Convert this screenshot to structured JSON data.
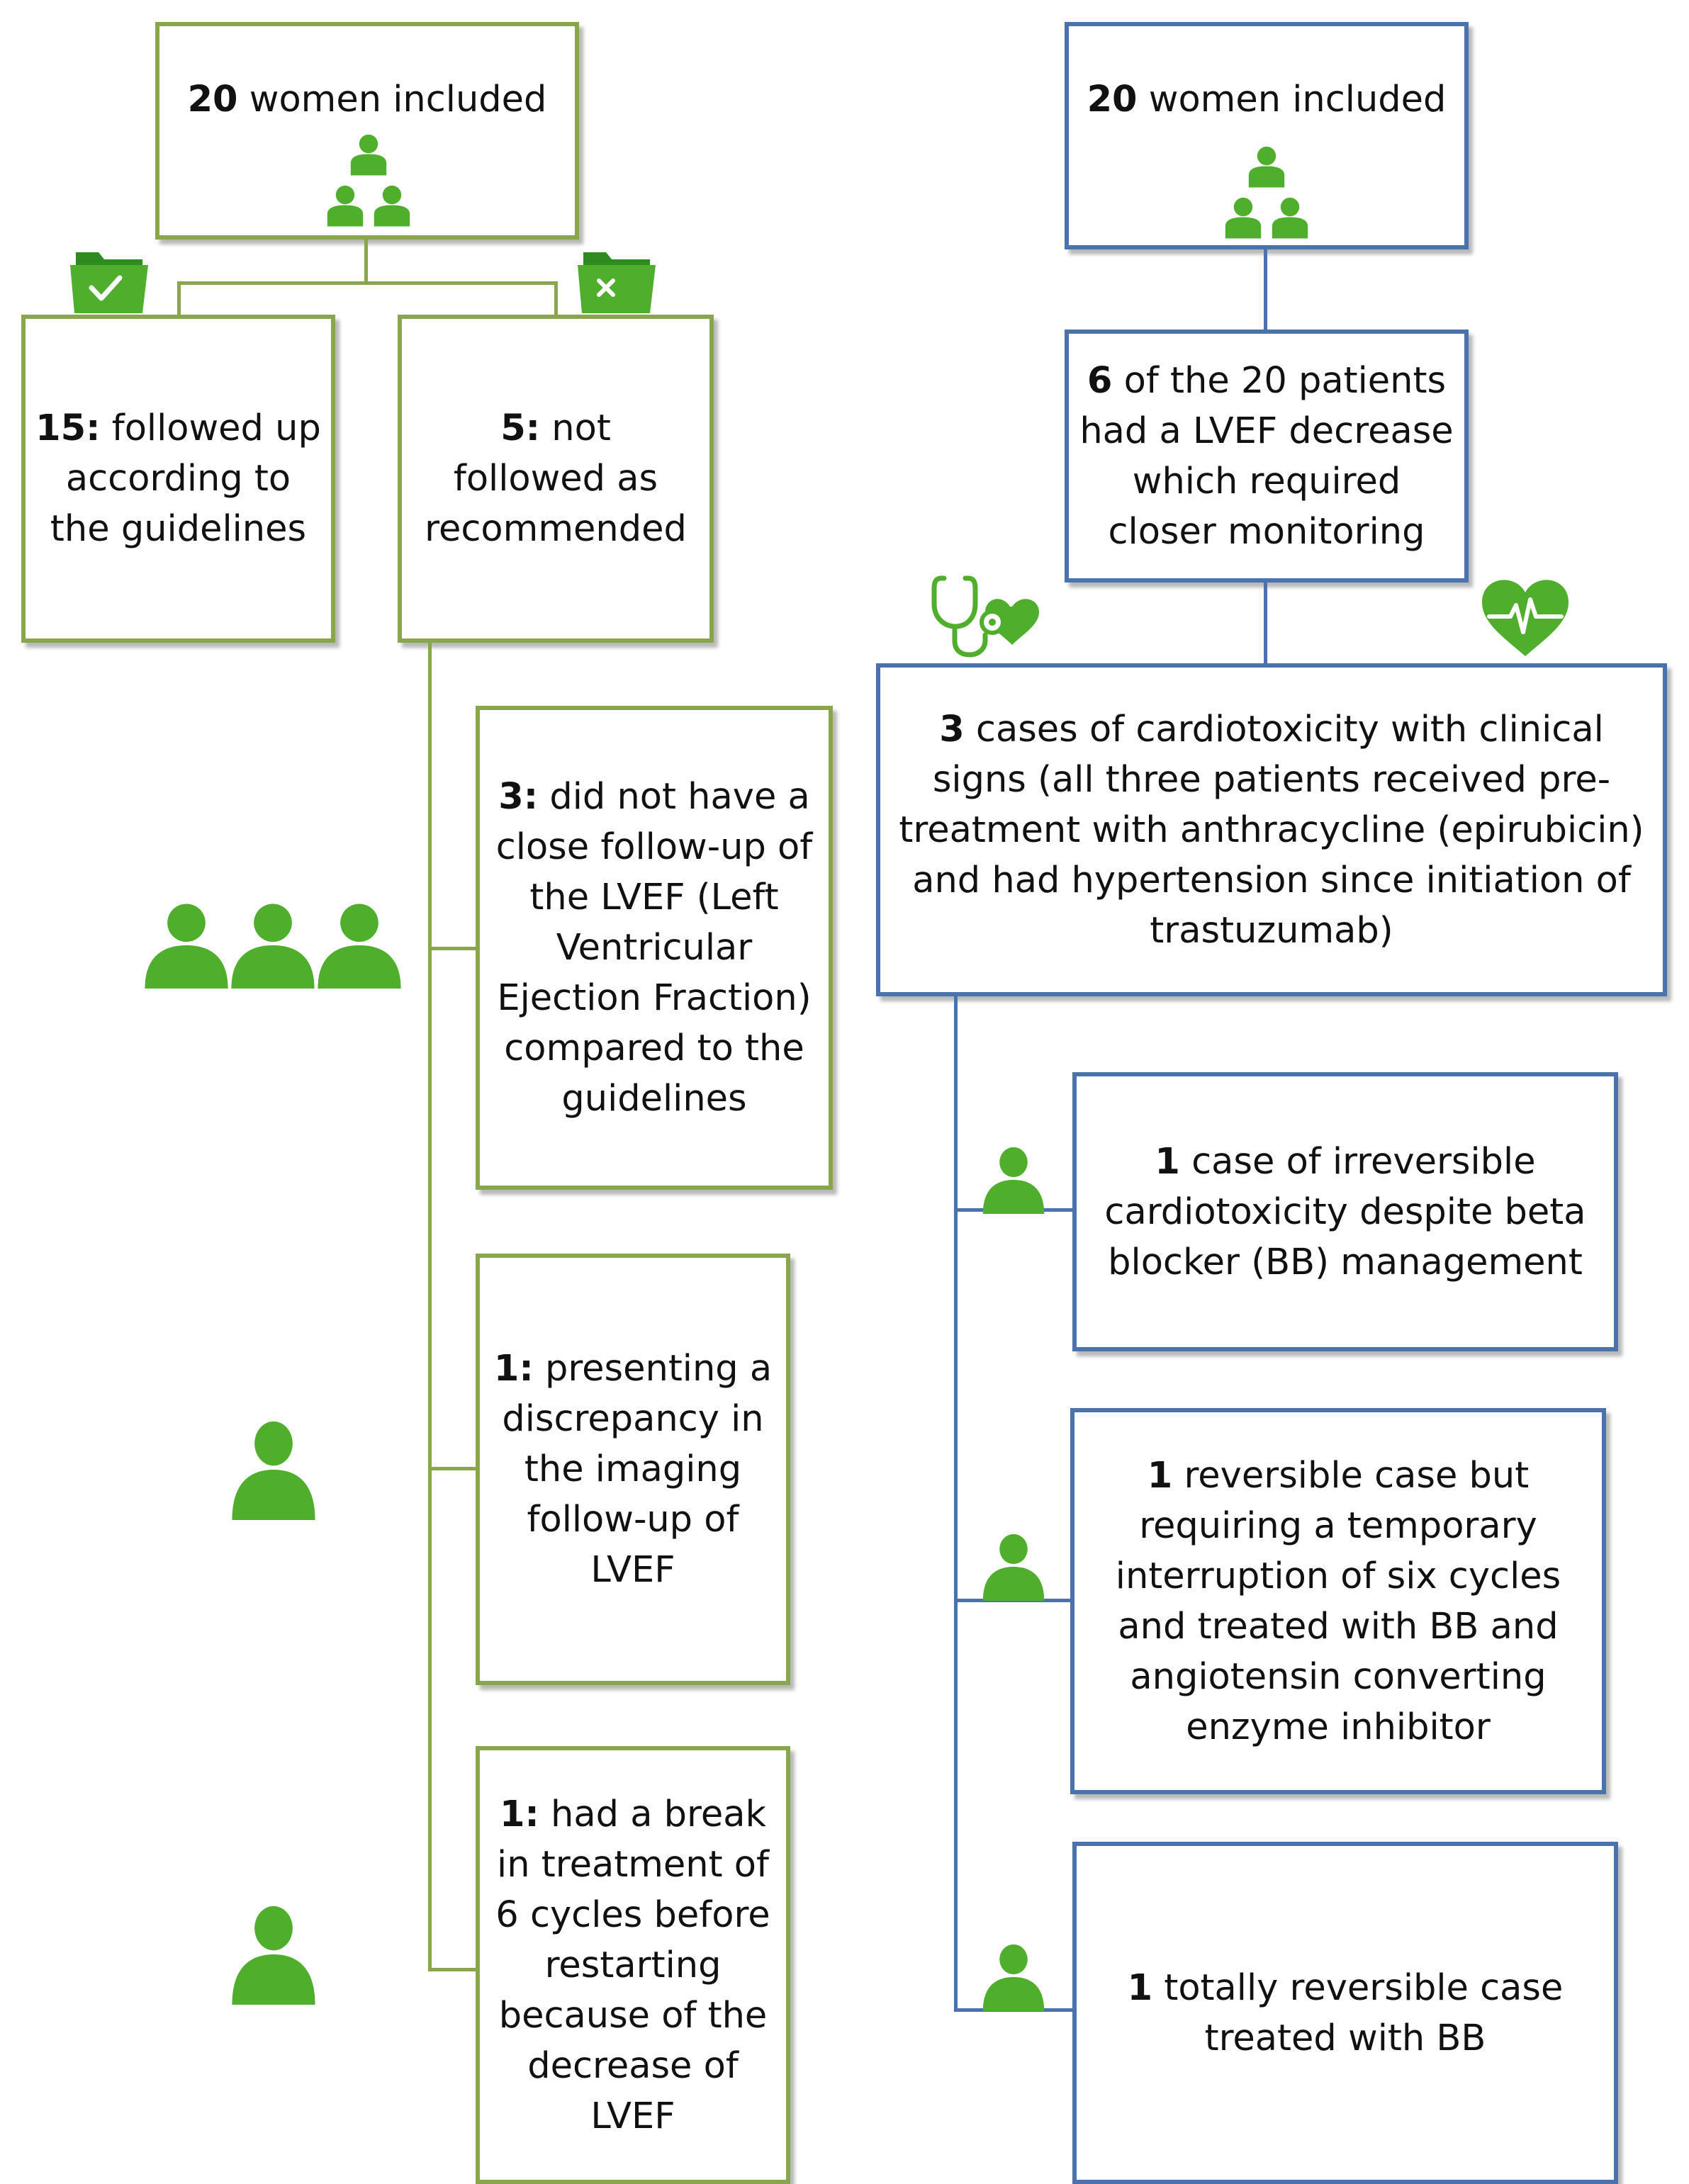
{
  "colors": {
    "green_border": "#8aa64c",
    "blue_border": "#4a72ad",
    "icon_green": "#4fae2c"
  },
  "left": {
    "top": {
      "num": "20",
      "text": " women included"
    },
    "followed": {
      "num": "15:",
      "text": " followed up according to the guidelines"
    },
    "not_followed": {
      "num": "5:",
      "text": " not followed as recommended"
    },
    "details": [
      {
        "num": "3:",
        "text": " did not have a close follow-up of the LVEF (Left Ventricular Ejection Fraction) compared to the guidelines"
      },
      {
        "num": "1:",
        "text": " presenting a discrepancy in the imaging follow-up of LVEF"
      },
      {
        "num": "1:",
        "text": " had a break in treatment of 6 cycles before restarting because of the decrease of LVEF"
      }
    ]
  },
  "right": {
    "top": {
      "num": "20",
      "text": " women included"
    },
    "decrease": {
      "num": "6",
      "text": " of the 20 patients had a LVEF decrease which required closer monitoring"
    },
    "cardio": {
      "num": "3",
      "text": " cases of cardiotoxicity with clinical signs (all three patients received pre-treatment with anthracycline (epirubicin) and had hypertension since initiation of trastuzumab)"
    },
    "outcomes": [
      {
        "num": "1",
        "text": " case of irreversible cardiotoxicity despite beta blocker (BB) management"
      },
      {
        "num": "1",
        "text": " reversible case but requiring a temporary interruption of six cycles and treated with BB and angiotensin converting enzyme inhibitor"
      },
      {
        "num": "1",
        "text": " totally reversible case treated with BB"
      }
    ]
  },
  "icons": [
    "people-group-icon",
    "folder-check-icon",
    "folder-x-icon",
    "person-icon",
    "stethoscope-heart-icon",
    "heart-pulse-icon"
  ]
}
